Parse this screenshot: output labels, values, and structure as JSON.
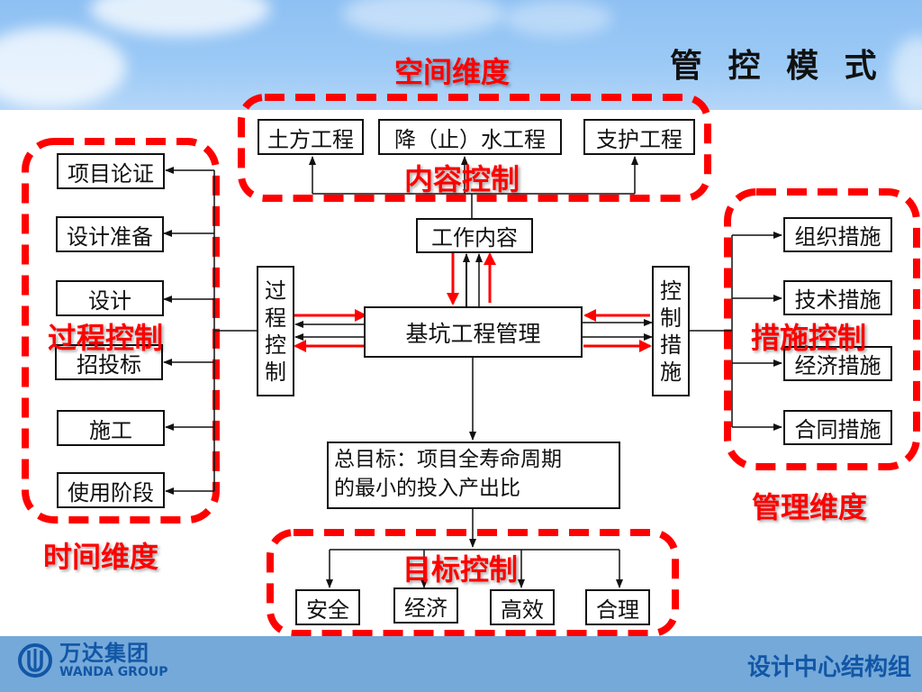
{
  "slide": {
    "title": "管 控 模 式",
    "footer": {
      "logo_cn": "万达集团",
      "logo_en": "WANDA GROUP",
      "department": "设计中心结构组"
    }
  },
  "dimensions": {
    "space": "空间维度",
    "time": "时间维度",
    "management": "管理维度"
  },
  "control_labels": {
    "content": "内容控制",
    "process": "过程控制",
    "measures": "措施控制",
    "goal": "目标控制"
  },
  "center": {
    "main": "基坑工程管理",
    "work_content": "工作内容",
    "process_control": [
      "过",
      "程",
      "控",
      "制"
    ],
    "control_measures": [
      "控",
      "制",
      "措",
      "施"
    ],
    "goal_line1": "总目标：项目全寿命周期",
    "goal_line2": "的最小的投入产出比"
  },
  "content_items": [
    "土方工程",
    "降（止）水工程",
    "支护工程"
  ],
  "process_items": [
    "项目论证",
    "设计准备",
    "设计",
    "招投标",
    "施工",
    "使用阶段"
  ],
  "measure_items": [
    "组织措施",
    "技术措施",
    "经济措施",
    "合同措施"
  ],
  "goal_items": [
    "安全",
    "经济",
    "高效",
    "合理"
  ],
  "colors": {
    "accent_red": "#ff0000",
    "footer_blue": "#74a9d9",
    "brand_blue": "#1256a6"
  }
}
